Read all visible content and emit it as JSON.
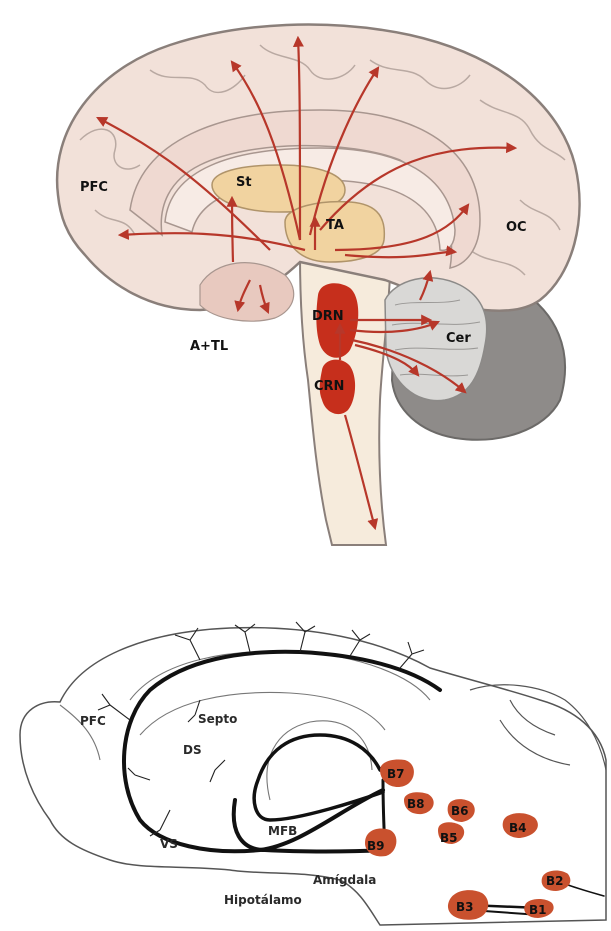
{
  "human_brain": {
    "labels": {
      "pfc": "PFC",
      "st": "St",
      "ta": "TA",
      "oc": "OC",
      "drn": "DRN",
      "cer": "Cer",
      "crn": "CRN",
      "atl": "A+TL"
    },
    "colors": {
      "cortex": "#f2e1d9",
      "outline": "#8a7f7a",
      "deep": "#eed7cf",
      "striatum": "#f1d3a0",
      "nucleus": "#c62f1c",
      "arrow": "#b7372a",
      "cerebellum": "#a9a6a4",
      "stem": "#f6ebdc"
    }
  },
  "rat_brain": {
    "labels": {
      "pfc": "PFC",
      "septo": "Septo",
      "ds": "DS",
      "vs": "VS",
      "mfb": "MFB",
      "amigdala": "Amígdala",
      "hipotalamo": "Hipotálamo",
      "b1": "B1",
      "b2": "B2",
      "b3": "B3",
      "b4": "B4",
      "b5": "B5",
      "b6": "B6",
      "b7": "B7",
      "b8": "B8",
      "b9": "B9"
    },
    "colors": {
      "nucleus": "#c9512e",
      "pathway": "#111111",
      "outline": "#555555"
    }
  }
}
